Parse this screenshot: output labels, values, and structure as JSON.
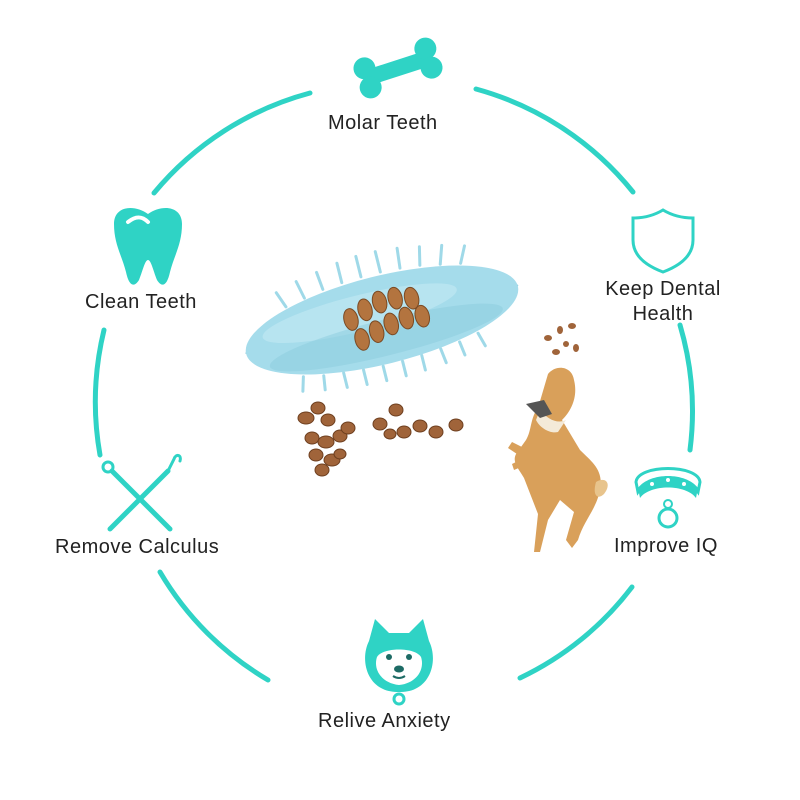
{
  "colors": {
    "accent": "#2fd3c5",
    "toy": "#9fd9e8",
    "toy_shadow": "#7cc3d6",
    "kibble": "#a0643a",
    "kibble_dark": "#6e3f1f",
    "dog": "#d9a05a",
    "text": "#222222"
  },
  "benefits": {
    "molar": "Molar Teeth",
    "clean": "Clean Teeth",
    "dental_line1": "Keep Dental",
    "dental_line2": "Health",
    "calculus": "Remove Calculus",
    "iq": "Improve IQ",
    "anxiety": "Relive Anxiety"
  },
  "icons": {
    "molar": "bone-icon",
    "clean": "tooth-icon",
    "dental": "shield-icon",
    "calculus": "dental-tools-icon",
    "iq": "dog-collar-icon",
    "anxiety": "shiba-face-icon"
  }
}
